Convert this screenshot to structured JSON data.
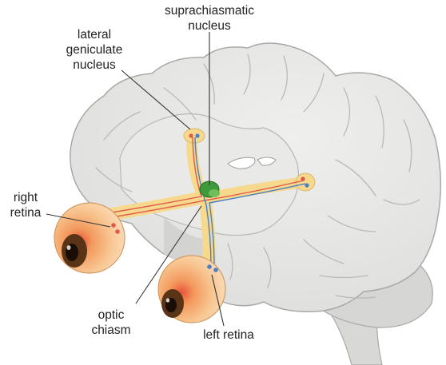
{
  "labels": {
    "suprachiasmatic": [
      "suprachiasmatic",
      "nucleus"
    ],
    "lateral_geniculate": [
      "lateral",
      "geniculate",
      "nucleus"
    ],
    "right_retina": [
      "right",
      "retina"
    ],
    "optic_chiasm": [
      "optic",
      "chiasm"
    ],
    "left_retina": [
      "left retina"
    ]
  },
  "colors": {
    "brain_fill": "#e4e4e2",
    "brain_stroke": "#a9a9a7",
    "sulcus_fill": "#cfcfcd",
    "pathway_fill": "#f7d98e",
    "pathway_line_red": "#e0584a",
    "pathway_line_blue": "#4a7fc4",
    "eye_fill": "#f6b67a",
    "iris": "#5a3416",
    "scn_green": "#3f9a3c",
    "leader_line": "#333333"
  }
}
